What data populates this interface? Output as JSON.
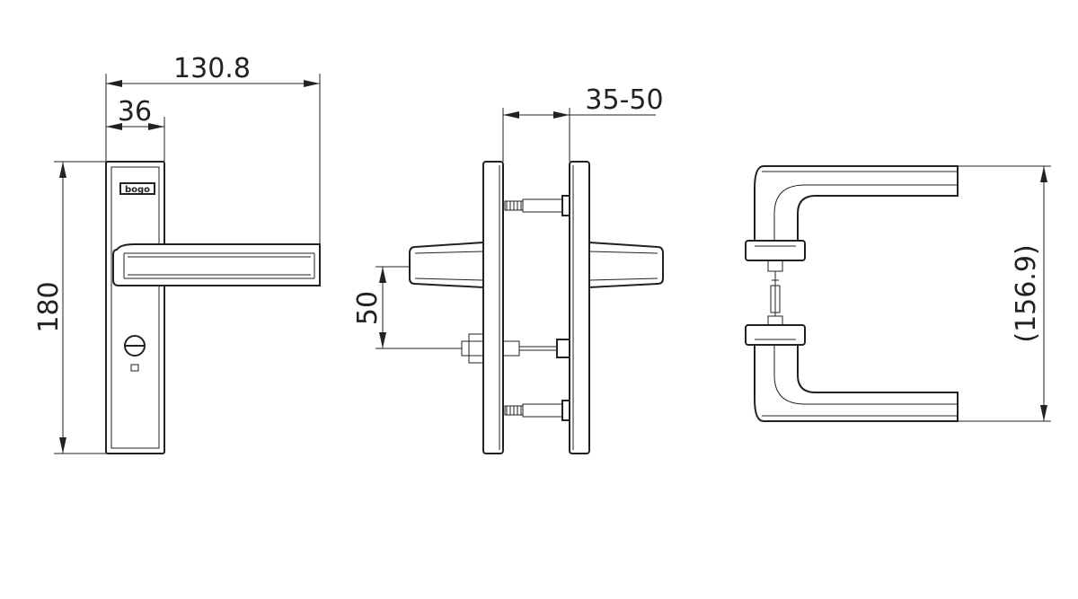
{
  "dimensions": {
    "overall_width": "130.8",
    "plate_width": "36",
    "plate_height": "180",
    "door_thickness": "35-50",
    "handle_offset": "50",
    "rose_height": "(156.9)"
  },
  "brand_logo_text": "bogo",
  "colors": {
    "line": "#222222",
    "background": "#ffffff"
  }
}
